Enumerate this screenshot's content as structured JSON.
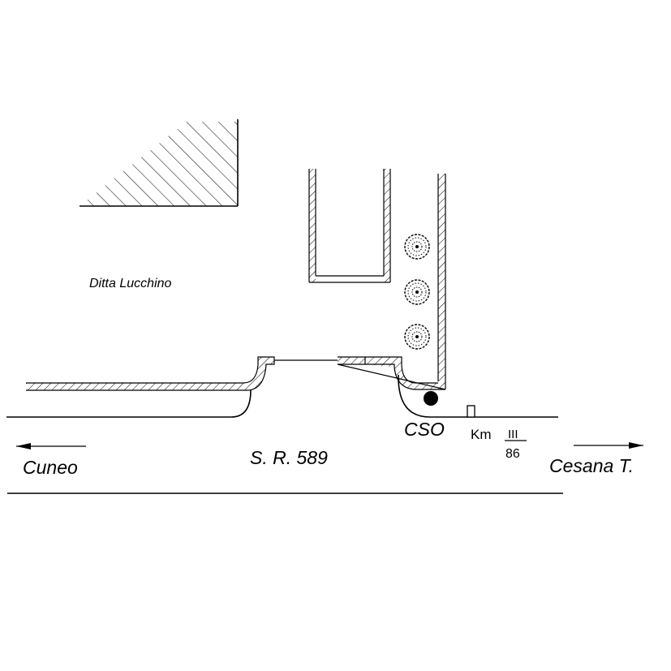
{
  "labels": {
    "company": "Ditta Lucchino",
    "road": "S. R. 589",
    "cso": "CSO",
    "km_prefix": "Km",
    "km_numerator": "III",
    "km_denominator": "86",
    "left_destination": "Cuneo",
    "right_destination": "Cesana T."
  },
  "icons": {
    "tree": "tree-icon",
    "station": "station-dot-icon",
    "milestone": "milestone-icon",
    "arrow_left": "arrow-left-icon",
    "arrow_right": "arrow-right-icon"
  }
}
